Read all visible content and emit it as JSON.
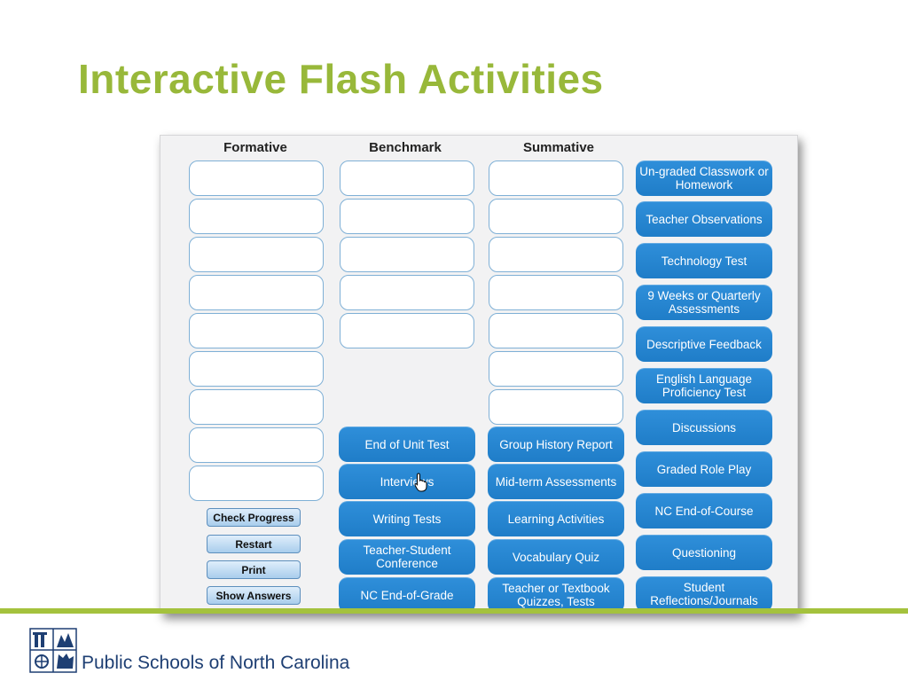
{
  "slide": {
    "title": "Interactive Flash Activities"
  },
  "columns": {
    "formative": "Formative",
    "benchmark": "Benchmark",
    "summative": "Summative"
  },
  "tiles": {
    "benchmark": [
      "End of Unit Test",
      "Interviews",
      "Writing Tests",
      "Teacher-Student Conference",
      "NC End-of-Grade"
    ],
    "summative": [
      "Group History Report",
      "Mid-term Assessments",
      "Learning Activities",
      "Vocabulary Quiz",
      "Teacher or Textbook Quizzes, Tests"
    ],
    "bank": [
      "Un-graded Classwork or Homework",
      "Teacher Observations",
      "Technology Test",
      "9 Weeks or Quarterly Assessments",
      "Descriptive Feedback",
      "English Language Proficiency Test",
      "Discussions",
      "Graded Role Play",
      "NC End-of-Course",
      "Questioning",
      "Student Reflections/Journals"
    ]
  },
  "controls": {
    "check": "Check Progress",
    "restart": "Restart",
    "print": "Print",
    "show": "Show Answers"
  },
  "footer": {
    "org": "Public Schools of North Carolina"
  },
  "colors": {
    "title": "#98b83a",
    "tile": "#2286d3",
    "rule": "#a4c23d",
    "footer_text": "#1e3f73"
  },
  "icons": {
    "cursor": "hand-pointer-icon",
    "logo": "nc-schools-logo-icon"
  }
}
